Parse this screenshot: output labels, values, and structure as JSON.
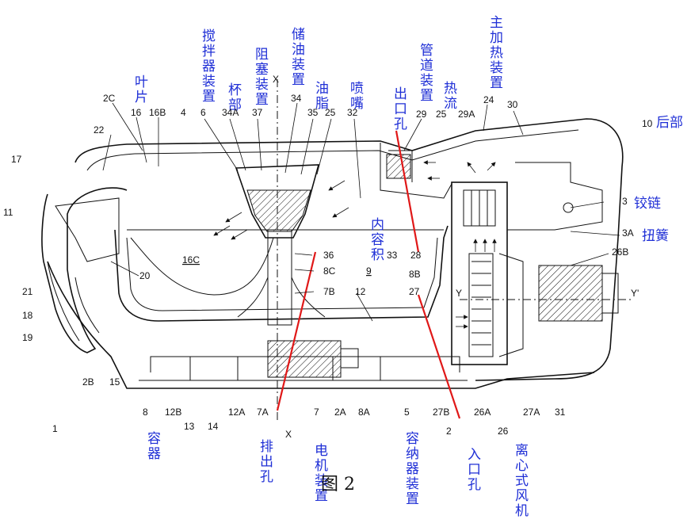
{
  "figure_label": "图 2",
  "cn_labels": {
    "jiaobanqi": "搅拌器装置",
    "yepian": "叶片",
    "beibu": "杯部",
    "zusai": "阻塞装置",
    "chuyou": "储油装置",
    "youzhi": "油脂",
    "penzui": "喷嘴",
    "chukoukong": "出口孔",
    "guandao": "管道装置",
    "reliu": "热流",
    "zhujiare": "主加热装置",
    "houbu": "后部",
    "jiaolian": "铰链",
    "niuhuang": "扭簧",
    "neirongji": "内容积",
    "paichukong": "排出孔",
    "dianji": "电机装置",
    "rongqi": "容器",
    "rongnaqi": "容纳器装置",
    "rukoukong": "入口孔",
    "fengji": "离心式风机"
  },
  "ref_numbers": {
    "n2C": "2C",
    "n16": "16",
    "n16B": "16B",
    "n4": "4",
    "n6": "6",
    "n34A": "34A",
    "n37": "37",
    "nX": "X",
    "n34": "34",
    "n35": "35",
    "n25a": "25",
    "n32": "32",
    "n29": "29",
    "n25b": "25",
    "n29A": "29A",
    "n24": "24",
    "n30": "30",
    "n10": "10",
    "n22": "22",
    "n17": "17",
    "n11": "11",
    "n3": "3",
    "n3A": "3A",
    "n26B": "26B",
    "n16C": "16C",
    "n20": "20",
    "n36": "36",
    "n33": "33",
    "n28": "28",
    "n8C": "8C",
    "n9": "9",
    "n8B": "8B",
    "n7B": "7B",
    "n12": "12",
    "n27": "27",
    "nY": "Y",
    "nYp": "Y'",
    "n21": "21",
    "n18": "18",
    "n19": "19",
    "n2B": "2B",
    "n15": "15",
    "n8": "8",
    "n12B": "12B",
    "n13": "13",
    "n14": "14",
    "n12A": "12A",
    "n7A": "7A",
    "nX2": "X",
    "n7": "7",
    "n2A": "2A",
    "n8A": "8A",
    "n5": "5",
    "n27B": "27B",
    "n2": "2",
    "n26A": "26A",
    "n26": "26",
    "n27A": "27A",
    "n31": "31",
    "n1": "1"
  }
}
